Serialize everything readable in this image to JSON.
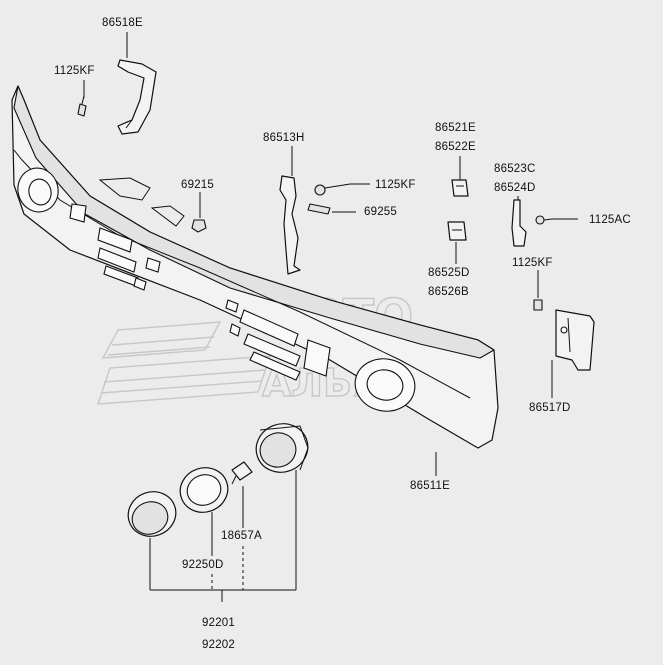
{
  "watermark": {
    "line1": "АВТО",
    "line2": "АЛЬЯНС"
  },
  "labels": {
    "p86518E": "86518E",
    "p1125KF_a": "1125KF",
    "p86513H": "86513H",
    "p69215": "69215",
    "p1125KF_b": "1125KF",
    "p69255": "69255",
    "p86521E": "86521E",
    "p86522E": "86522E",
    "p86523C": "86523C",
    "p86524D": "86524D",
    "p1125AC": "1125AC",
    "p86525D": "86525D",
    "p86526B": "86526B",
    "p1125KF_c": "1125KF",
    "p86517D": "86517D",
    "p86511E": "86511E",
    "p18657A": "18657A",
    "p92250D": "92250D",
    "p92201": "92201",
    "p92202": "92202"
  }
}
